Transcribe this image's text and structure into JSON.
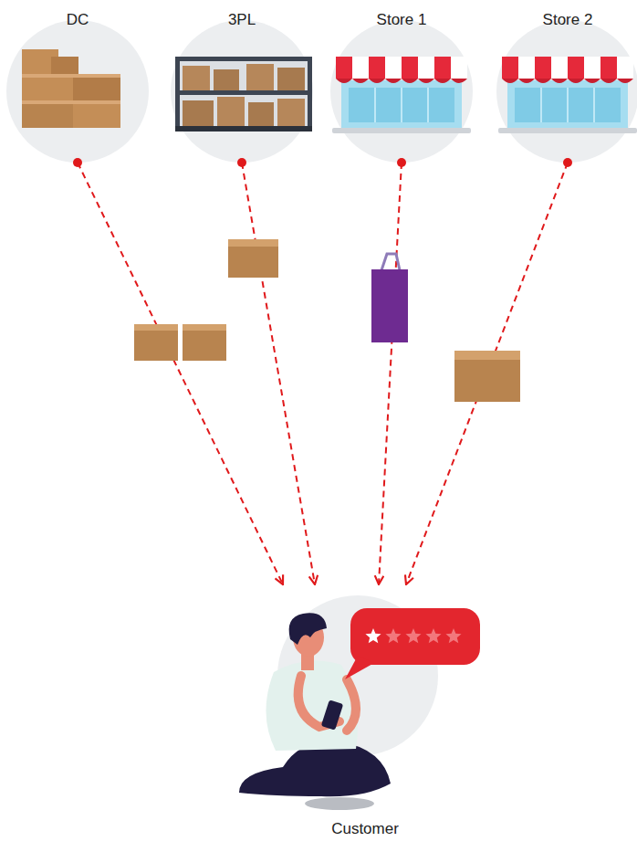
{
  "diagram": {
    "nodes": [
      {
        "text": [
          "DC"
        ]
      },
      {
        "text": [
          "3PL"
        ]
      },
      {
        "text": [
          "Store 1"
        ]
      },
      {
        "text": [
          "Store 2"
        ]
      },
      {
        "text": [
          "Customer"
        ]
      }
    ],
    "edges": [
      {
        "from": 0,
        "to": 4,
        "arrow": "to"
      },
      {
        "from": 1,
        "to": 4,
        "arrow": "to"
      },
      {
        "from": 2,
        "to": 4,
        "arrow": "to"
      },
      {
        "from": 3,
        "to": 4,
        "arrow": "to"
      }
    ]
  }
}
